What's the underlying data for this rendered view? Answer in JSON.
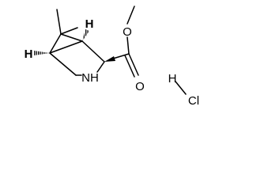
{
  "molecule": {
    "atoms": {
      "ester_oxygen": "O",
      "carbonyl_oxygen": "O",
      "ring_nitrogen": "NH",
      "stereo_h_top": "H",
      "stereo_h_left": "H"
    },
    "salt": {
      "hydrogen": "H",
      "chlorine": "Cl"
    }
  },
  "colors": {
    "ink": "#000000",
    "background": "#ffffff"
  }
}
